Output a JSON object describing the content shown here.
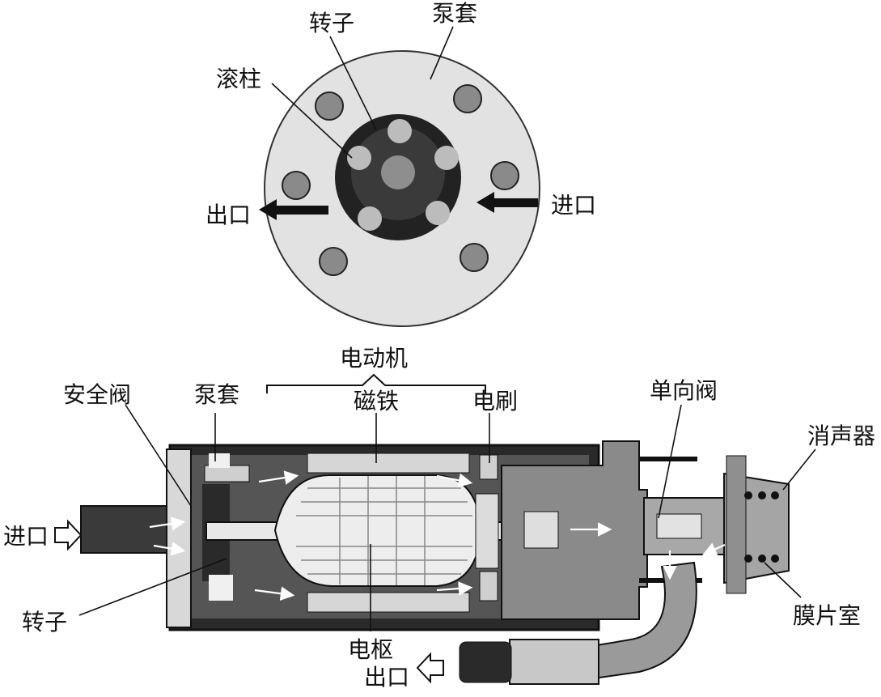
{
  "top_view": {
    "rotor": "转子",
    "pump_sleeve": "泵套",
    "roller": "滚柱",
    "outlet": "出口",
    "inlet": "进口"
  },
  "cutaway": {
    "motor": "电动机",
    "safety_valve": "安全阀",
    "pump_sleeve": "泵套",
    "magnet": "磁铁",
    "brush": "电刷",
    "check_valve": "单向阀",
    "muffler": "消声器",
    "inlet": "进口",
    "rotor": "转子",
    "armature": "电枢",
    "diaphragm_chamber": "膜片室",
    "outlet": "出口"
  }
}
